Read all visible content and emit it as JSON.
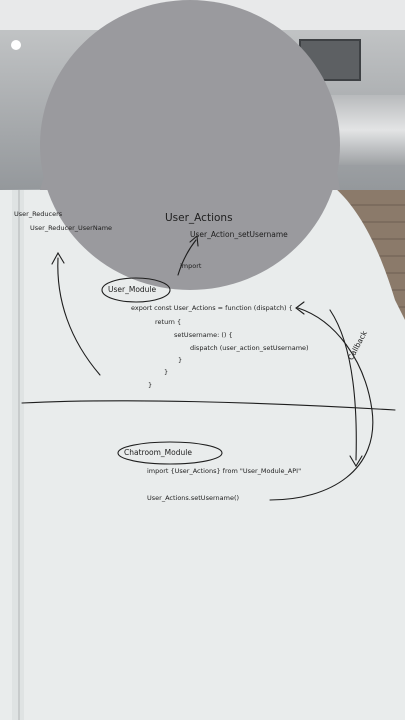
{
  "whiteboard": {
    "user_reducers": {
      "title": "User_Reducers",
      "item": "User_Reducer_UserName"
    },
    "user_actions": {
      "title": "User_Actions",
      "item": "User_Action_setUsername"
    },
    "import_label": "import",
    "user_module": {
      "title": "User_Module",
      "code_lines": [
        "export const User_Actions = function (dispatch) {",
        "return {",
        "setUsername: () {",
        "dispatch (user_action_setUsername)",
        "}",
        "}",
        "}"
      ]
    },
    "callback_label": "Callback",
    "chatroom_module": {
      "title": "Chatroom_Module",
      "code_lines": [
        "import {User_Actions} from \"User_Module_API\"",
        "User_Actions.setUsername()"
      ]
    }
  },
  "colors": {
    "board": "#e9ecec",
    "ink": "#1e1e1e",
    "wall": "#6f7378",
    "brick": "#8b7a6a",
    "circle": "#9a9a9e"
  }
}
